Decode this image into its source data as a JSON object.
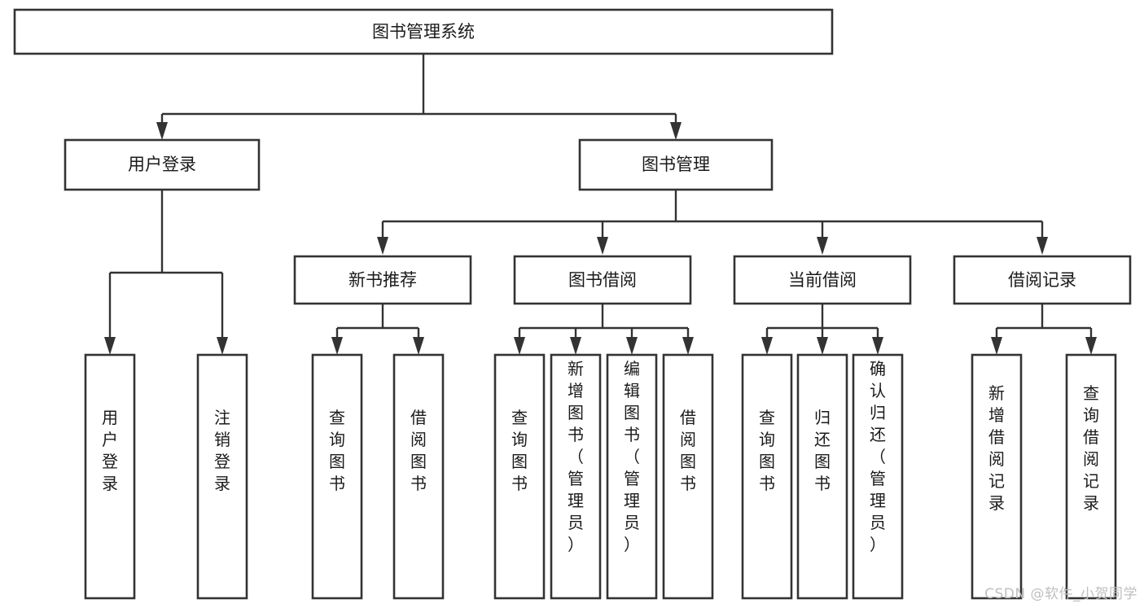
{
  "diagram": {
    "title": "图书管理系统",
    "type": "tree-hierarchy",
    "root": {
      "label": "图书管理系统"
    },
    "level2": [
      {
        "label": "用户登录"
      },
      {
        "label": "图书管理"
      }
    ],
    "level3": [
      {
        "label": "新书推荐"
      },
      {
        "label": "图书借阅"
      },
      {
        "label": "当前借阅"
      },
      {
        "label": "借阅记录"
      }
    ],
    "leaves": {
      "user_login": [
        {
          "label": "用户登录"
        },
        {
          "label": "注销登录"
        }
      ],
      "new_book_recommend": [
        {
          "label": "查询图书"
        },
        {
          "label": "借阅图书"
        }
      ],
      "book_borrow": [
        {
          "label": "查询图书"
        },
        {
          "label": "新增图书（管理员）"
        },
        {
          "label": "编辑图书（管理员）"
        },
        {
          "label": "借阅图书"
        }
      ],
      "current_borrow": [
        {
          "label": "查询图书"
        },
        {
          "label": "归还图书"
        },
        {
          "label": "确认归还（管理员）"
        }
      ],
      "borrow_record": [
        {
          "label": "新增借阅记录"
        },
        {
          "label": "查询借阅记录"
        }
      ]
    }
  },
  "watermark": {
    "text": "CSDN @软件_小贺同学"
  },
  "colors": {
    "box_stroke": "#333333",
    "box_fill": "#ffffff",
    "text": "#1a1a1a",
    "watermark": "#bfbfbf",
    "background": "#ffffff"
  }
}
